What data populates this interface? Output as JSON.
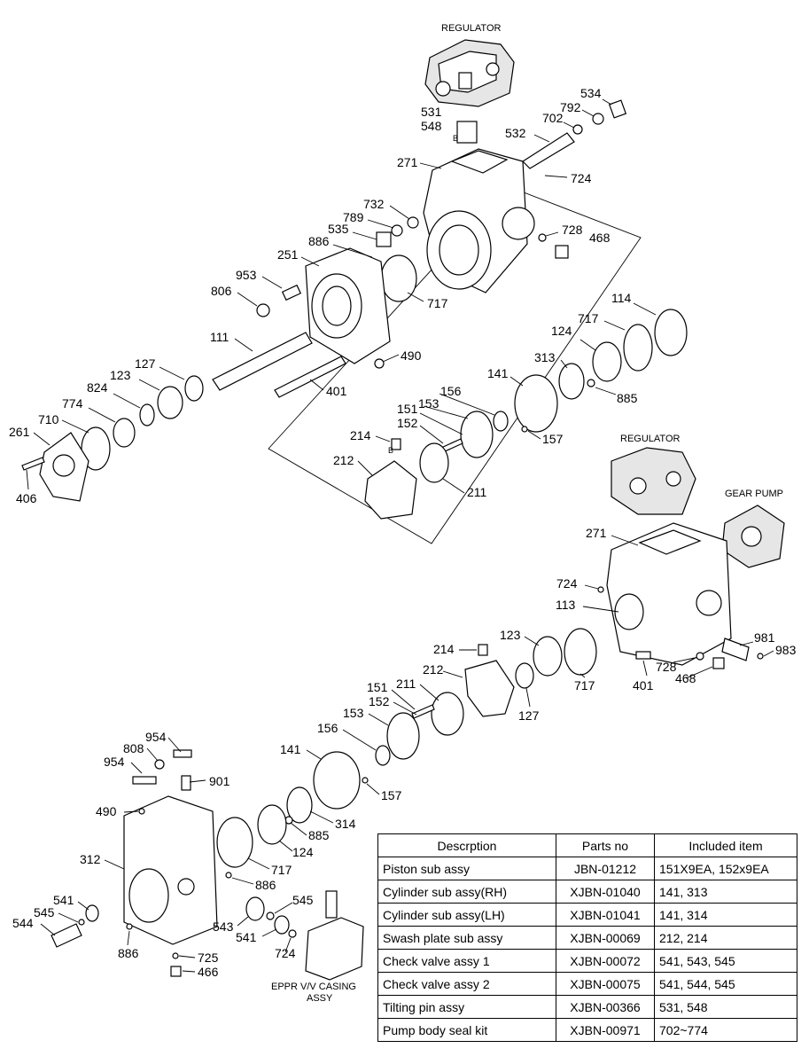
{
  "headings": {
    "regulator_top": "REGULATOR",
    "regulator_right": "REGULATOR",
    "gear_pump": "GEAR PUMP",
    "eppr_line1": "EPPR V/V CASING",
    "eppr_line2": "ASSY"
  },
  "labels": {
    "l534": "534",
    "l792": "792",
    "l531": "531",
    "l702": "702",
    "l548": "548",
    "l532": "532",
    "l271a": "271",
    "l724a": "724",
    "l732": "732",
    "l789": "789",
    "l535": "535",
    "l886a": "886",
    "l728a": "728",
    "l468a": "468",
    "l251": "251",
    "l953": "953",
    "l806": "806",
    "l717a": "717",
    "l114": "114",
    "l717b": "717",
    "l111": "111",
    "l490a": "490",
    "l124a": "124",
    "l313": "313",
    "l127a": "127",
    "l123a": "123",
    "l401a": "401",
    "l141a": "141",
    "l885a": "885",
    "l824": "824",
    "l156a": "156",
    "l153a": "153",
    "l151a": "151",
    "l774": "774",
    "l152a": "152",
    "l157a": "157",
    "l710": "710",
    "l261": "261",
    "l214a": "214",
    "l212a": "212",
    "l211a": "211",
    "l406": "406",
    "l271b": "271",
    "l724b": "724",
    "l113": "113",
    "l981": "981",
    "l983": "983",
    "l214b": "214",
    "l123b": "123",
    "l728b": "728",
    "l212b": "212",
    "l401b": "401",
    "l468b": "468",
    "l717c": "717",
    "l151b": "151",
    "l211b": "211",
    "l152b": "152",
    "l127b": "127",
    "l153b": "153",
    "l156b": "156",
    "l954a": "954",
    "l808": "808",
    "l954b": "954",
    "l141b": "141",
    "l901": "901",
    "l157b": "157",
    "l490b": "490",
    "l885b": "885",
    "l314": "314",
    "l124b": "124",
    "l312": "312",
    "l717d": "717",
    "l886b": "886",
    "l541a": "541",
    "l545a": "545",
    "l545b": "545",
    "l544": "544",
    "l543": "543",
    "l541b": "541",
    "l886c": "886",
    "l724c": "724",
    "l725": "725",
    "l466": "466",
    "markB1": "B",
    "markB2": "B"
  },
  "parts_table": {
    "headers": [
      "Descrption",
      "Parts no",
      "Included item"
    ],
    "rows": [
      [
        "Piston sub assy",
        "JBN-01212",
        "151X9EA, 152x9EA"
      ],
      [
        "Cylinder sub assy(RH)",
        "XJBN-01040",
        "141, 313"
      ],
      [
        "Cylinder sub assy(LH)",
        "XJBN-01041",
        "141, 314"
      ],
      [
        "Swash plate sub assy",
        "XJBN-00069",
        "212, 214"
      ],
      [
        "Check valve assy 1",
        "XJBN-00072",
        "541, 543, 545"
      ],
      [
        "Check valve assy 2",
        "XJBN-00075",
        "541, 544, 545"
      ],
      [
        "Tilting pin assy",
        "XJBN-00366",
        "531, 548"
      ],
      [
        "Pump body seal kit",
        "XJBN-00971",
        "702~774"
      ]
    ]
  }
}
